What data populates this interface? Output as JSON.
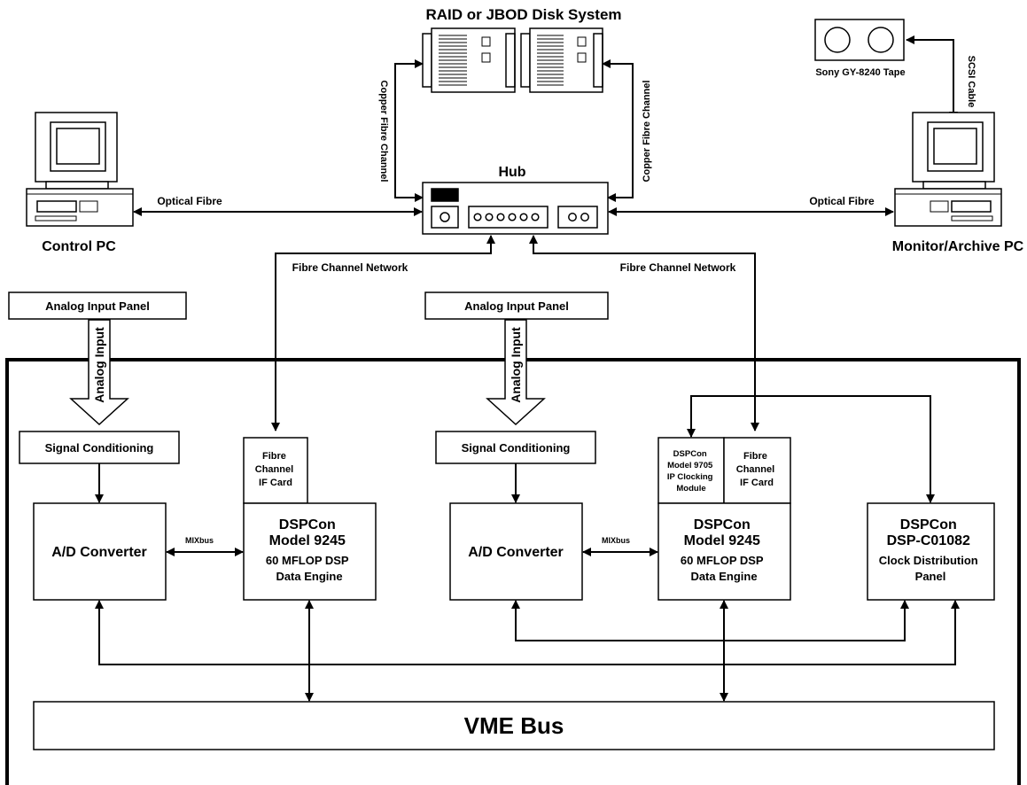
{
  "title": "RAID or JBOD Disk System",
  "hub_label": "Hub",
  "tape_label": "Sony GY-8240 Tape",
  "scsi_label": "SCSI Cable",
  "copper_left": "Copper Fibre Channel",
  "copper_right": "Copper Fibre Channel",
  "optical_left": "Optical Fibre",
  "optical_right": "Optical Fibre",
  "control_pc": "Control PC",
  "monitor_pc": "Monitor/Archive PC",
  "fc_network_left": "Fibre Channel Network",
  "fc_network_right": "Fibre Channel Network",
  "analog_panel_left": "Analog Input Panel",
  "analog_panel_right": "Analog Input Panel",
  "analog_input_left": "Analog Input",
  "analog_input_right": "Analog Input",
  "signal_cond_left": "Signal Conditioning",
  "signal_cond_right": "Signal Conditioning",
  "ad_left": "A/D Converter",
  "ad_right": "A/D Converter",
  "mixbus_left": "MIXbus",
  "mixbus_right": "MIXbus",
  "fc_card_left": [
    "Fibre",
    "Channel",
    "IF Card"
  ],
  "fc_card_right": [
    "Fibre",
    "Channel",
    "IF Card"
  ],
  "clocking_module": [
    "DSPCon",
    "Model 9705",
    "IP Clocking",
    "Module"
  ],
  "dsp_left": [
    "DSPCon",
    "Model 9245",
    "60 MFLOP DSP",
    "Data Engine"
  ],
  "dsp_right": [
    "DSPCon",
    "Model 9245",
    "60 MFLOP DSP",
    "Data Engine"
  ],
  "clock_panel": [
    "DSPCon",
    "DSP-C01082",
    "Clock Distribution",
    "Panel"
  ],
  "vme_bus": "VME Bus"
}
